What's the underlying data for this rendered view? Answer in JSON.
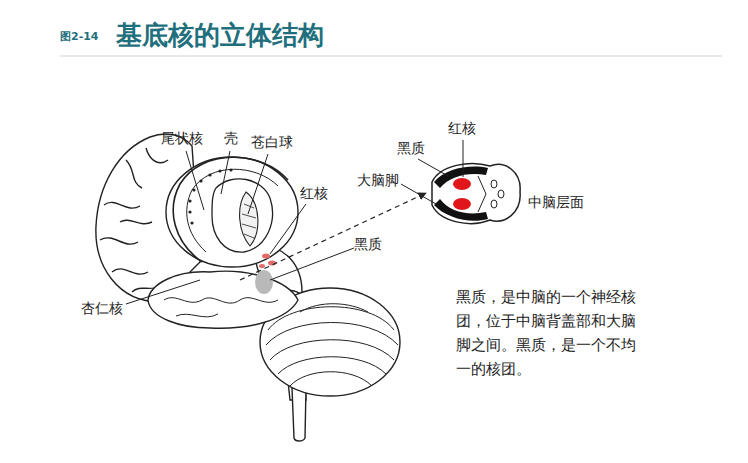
{
  "diagram": {
    "title": "基底核的立体结构",
    "labels": [
      "图2-14",
      "尾状核",
      "壳",
      "苍白球",
      "红核",
      "黑质",
      "杏仁核",
      "黑质",
      "红核",
      "大脑脚",
      "中脑层面",
      "黑质，是中脑的一个神经核团，位于中脑背盖部和大脑脚之间。黑质，是一个不均一的核团。"
    ]
  }
}
